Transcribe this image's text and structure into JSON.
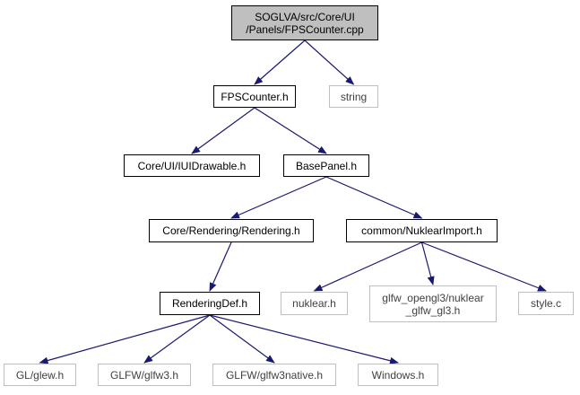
{
  "colors": {
    "edge": "#191970",
    "root_fill": "#bfbfbf",
    "local_border": "#000000",
    "external_border": "#bfbfbf",
    "external_text": "#404040"
  },
  "nodes": [
    {
      "id": "fpscounter_cpp",
      "lines": [
        "SOGLVA/src/Core/UI",
        "/Panels/FPSCounter.cpp"
      ],
      "kind": "root"
    },
    {
      "id": "fpscounter_h",
      "lines": [
        "FPSCounter.h"
      ],
      "kind": "local"
    },
    {
      "id": "string",
      "lines": [
        "string"
      ],
      "kind": "external"
    },
    {
      "id": "iuidrawable_h",
      "lines": [
        "Core/UI/IUIDrawable.h"
      ],
      "kind": "local"
    },
    {
      "id": "basepanel_h",
      "lines": [
        "BasePanel.h"
      ],
      "kind": "local"
    },
    {
      "id": "rendering_h",
      "lines": [
        "Core/Rendering/Rendering.h"
      ],
      "kind": "local"
    },
    {
      "id": "nuklearimport_h",
      "lines": [
        "common/NuklearImport.h"
      ],
      "kind": "local"
    },
    {
      "id": "renderingdef_h",
      "lines": [
        "RenderingDef.h"
      ],
      "kind": "local"
    },
    {
      "id": "nuklear_h",
      "lines": [
        "nuklear.h"
      ],
      "kind": "external"
    },
    {
      "id": "glfw_gl3_h",
      "lines": [
        "glfw_opengl3/nuklear",
        "_glfw_gl3.h"
      ],
      "kind": "external"
    },
    {
      "id": "style_c",
      "lines": [
        "style.c"
      ],
      "kind": "external"
    },
    {
      "id": "glew_h",
      "lines": [
        "GL/glew.h"
      ],
      "kind": "external"
    },
    {
      "id": "glfw3_h",
      "lines": [
        "GLFW/glfw3.h"
      ],
      "kind": "external"
    },
    {
      "id": "glfw3native_h",
      "lines": [
        "GLFW/glfw3native.h"
      ],
      "kind": "external"
    },
    {
      "id": "windows_h",
      "lines": [
        "Windows.h"
      ],
      "kind": "external"
    }
  ],
  "edges": [
    {
      "from": "fpscounter_cpp",
      "to": "fpscounter_h"
    },
    {
      "from": "fpscounter_cpp",
      "to": "string"
    },
    {
      "from": "fpscounter_h",
      "to": "iuidrawable_h"
    },
    {
      "from": "fpscounter_h",
      "to": "basepanel_h"
    },
    {
      "from": "basepanel_h",
      "to": "rendering_h"
    },
    {
      "from": "basepanel_h",
      "to": "nuklearimport_h"
    },
    {
      "from": "rendering_h",
      "to": "renderingdef_h"
    },
    {
      "from": "nuklearimport_h",
      "to": "nuklear_h"
    },
    {
      "from": "nuklearimport_h",
      "to": "glfw_gl3_h"
    },
    {
      "from": "nuklearimport_h",
      "to": "style_c"
    },
    {
      "from": "renderingdef_h",
      "to": "glew_h"
    },
    {
      "from": "renderingdef_h",
      "to": "glfw3_h"
    },
    {
      "from": "renderingdef_h",
      "to": "glfw3native_h"
    },
    {
      "from": "renderingdef_h",
      "to": "windows_h"
    }
  ]
}
